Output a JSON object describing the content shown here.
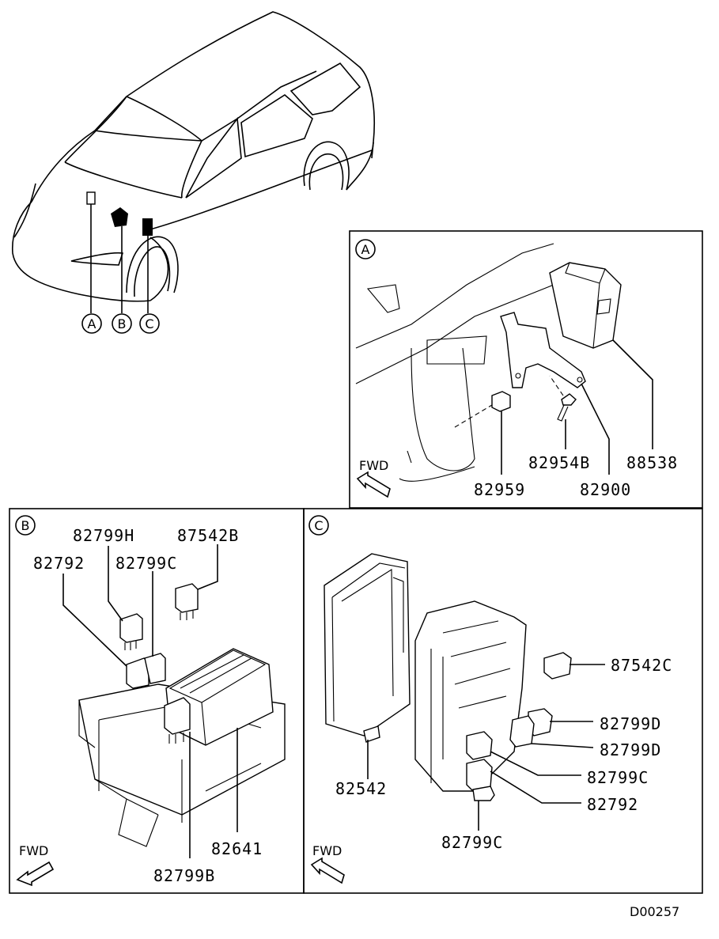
{
  "diagram_id": "D00257",
  "car_view": {
    "callouts": [
      "A",
      "B",
      "C"
    ]
  },
  "panel_a": {
    "marker": "A",
    "fwd_label": "FWD",
    "parts": [
      "88538",
      "82954B",
      "82900",
      "82959"
    ]
  },
  "panel_b": {
    "marker": "B",
    "fwd_label": "FWD",
    "parts": [
      "82799H",
      "87542B",
      "82792",
      "82799C",
      "82641",
      "82799B"
    ]
  },
  "panel_c": {
    "marker": "C",
    "fwd_label": "FWD",
    "parts": [
      "87542C",
      "82799D",
      "82799D",
      "82799C",
      "82792",
      "82542",
      "82799C"
    ]
  }
}
